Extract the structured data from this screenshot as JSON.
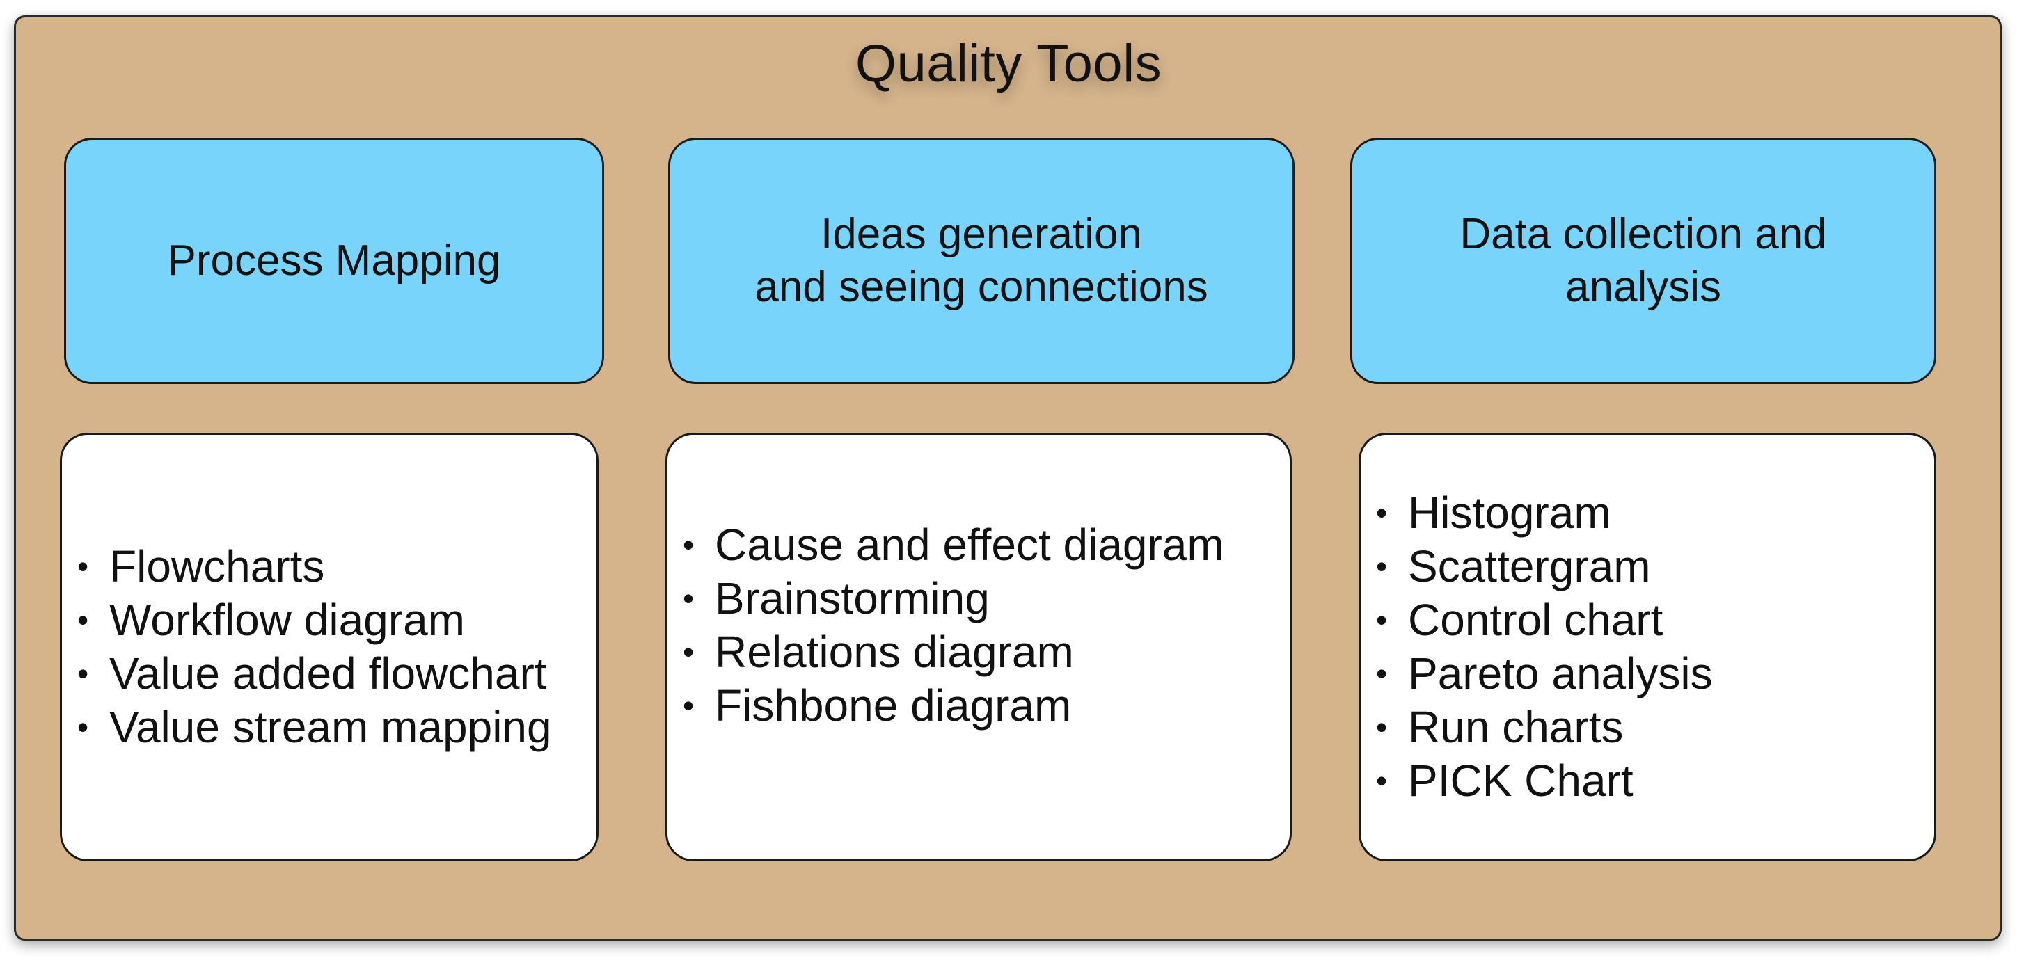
{
  "title": "Quality Tools",
  "colors": {
    "background": "#d5b48b",
    "header_fill": "#79d4fc",
    "list_fill": "#ffffff",
    "border": "#1a1a1a"
  },
  "columns": [
    {
      "header": "Process Mapping",
      "items": [
        "Flowcharts",
        "Workflow diagram",
        "Value added flowchart",
        "Value stream mapping"
      ]
    },
    {
      "header": "Ideas generation\nand seeing connections",
      "items": [
        "Cause and effect diagram",
        "Brainstorming",
        "Relations diagram",
        "Fishbone diagram"
      ]
    },
    {
      "header": "Data collection and\nanalysis",
      "items": [
        "Histogram",
        "Scattergram",
        "Control chart",
        "Pareto analysis",
        "Run charts",
        "PICK Chart"
      ]
    }
  ]
}
